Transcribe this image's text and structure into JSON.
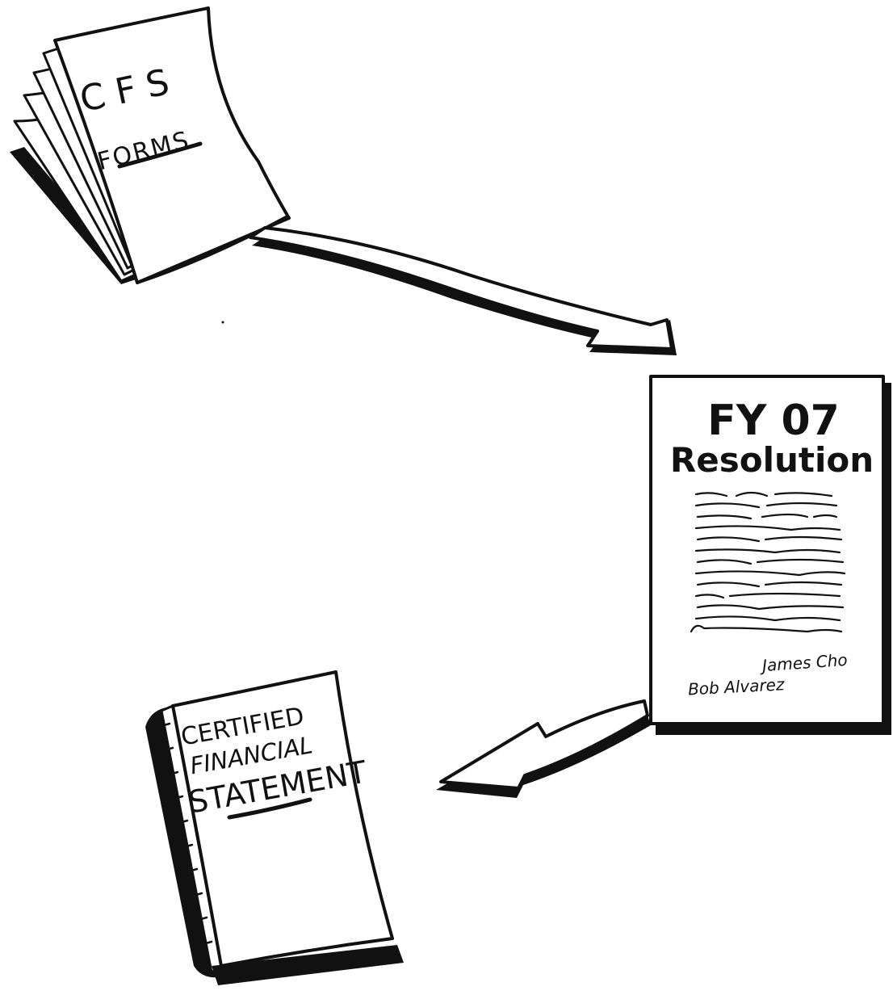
{
  "cfs_forms": {
    "line1": "CFS",
    "line2": "FORMS"
  },
  "resolution": {
    "line1": "FY 07",
    "line2": "Resolution",
    "signatures": [
      "James Cho",
      "Bob Alvarez"
    ]
  },
  "statement": {
    "line1": "CERTIFIED",
    "line2": "FINANCIAL",
    "line3": "STATEMENT"
  }
}
